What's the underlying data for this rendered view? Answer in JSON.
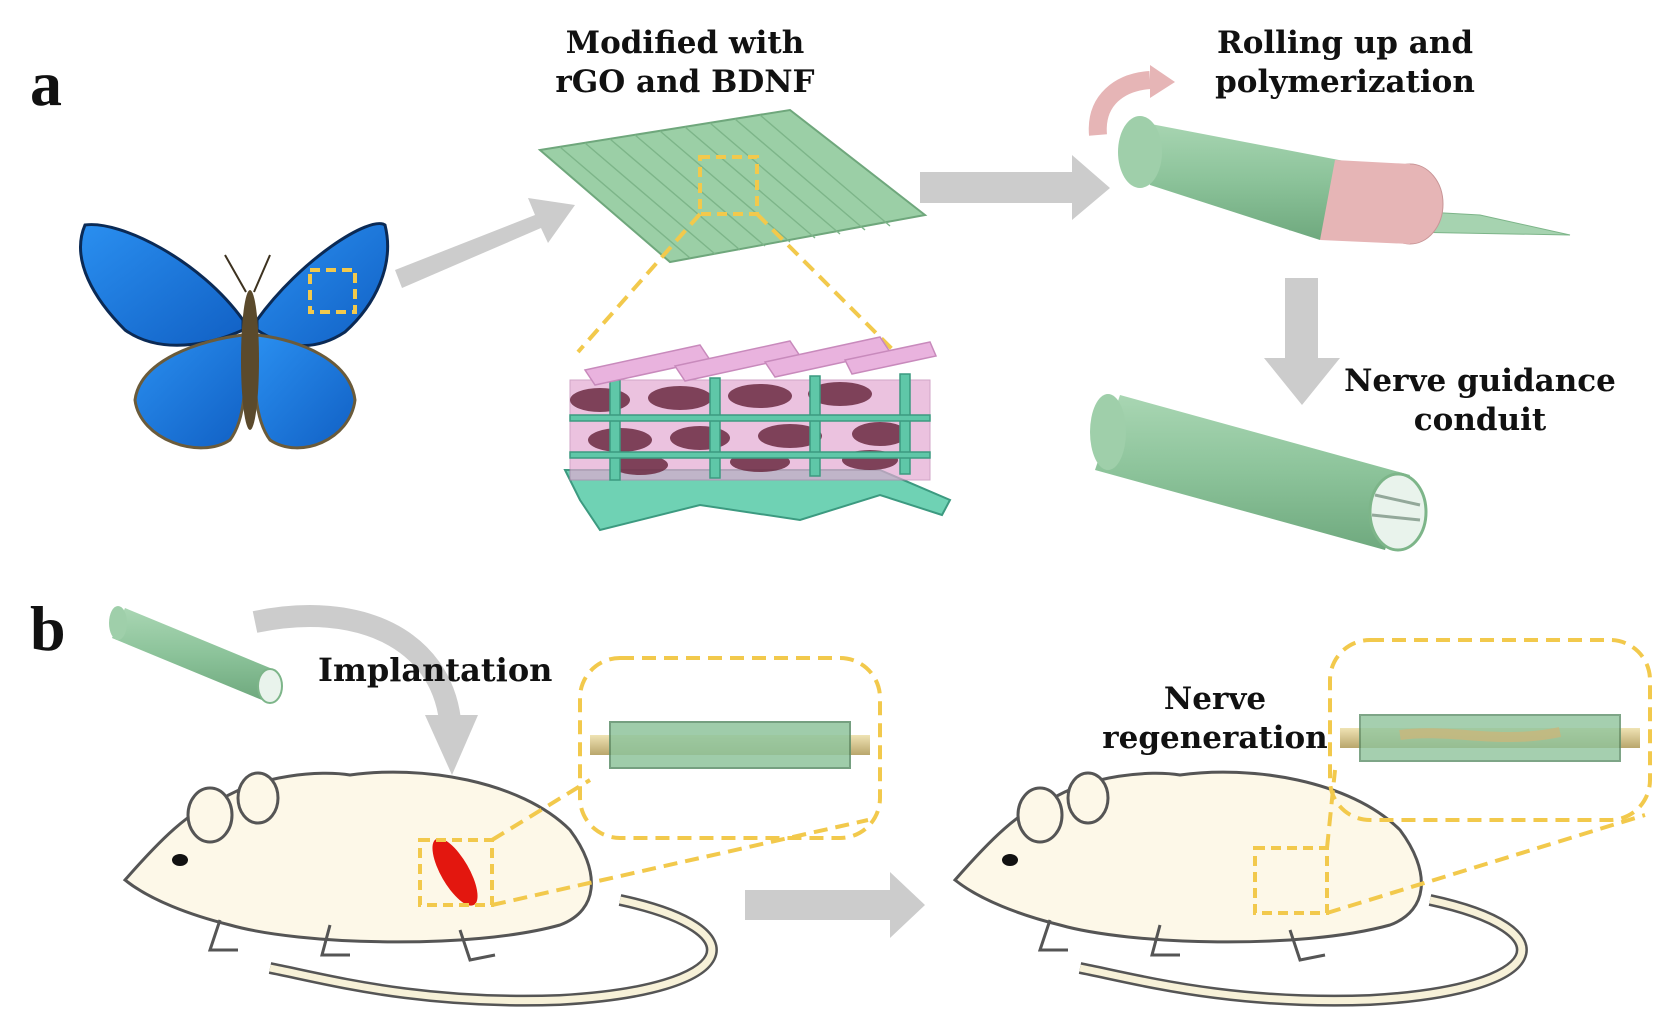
{
  "panels": {
    "a": "a",
    "b": "b"
  },
  "labels": {
    "modified": [
      "Modified with",
      "rGO and BDNF"
    ],
    "rolling": [
      "Rolling up and",
      "polymerization"
    ],
    "conduit": [
      "Nerve guidance",
      "conduit"
    ],
    "implantation": "Implantation",
    "regeneration": [
      "Nerve",
      "regeneration"
    ]
  },
  "colors": {
    "butterfly_blue": "#1c7fe0",
    "conduit_green": "#8fc49c",
    "rod_pink": "#e6b5b6",
    "highlight_yellow": "#f2c94c",
    "arrow_gray": "#cccccc",
    "injury_red": "#e3170f",
    "mouse_body": "#fdf8e8",
    "nerve_tan": "#d8c890"
  }
}
